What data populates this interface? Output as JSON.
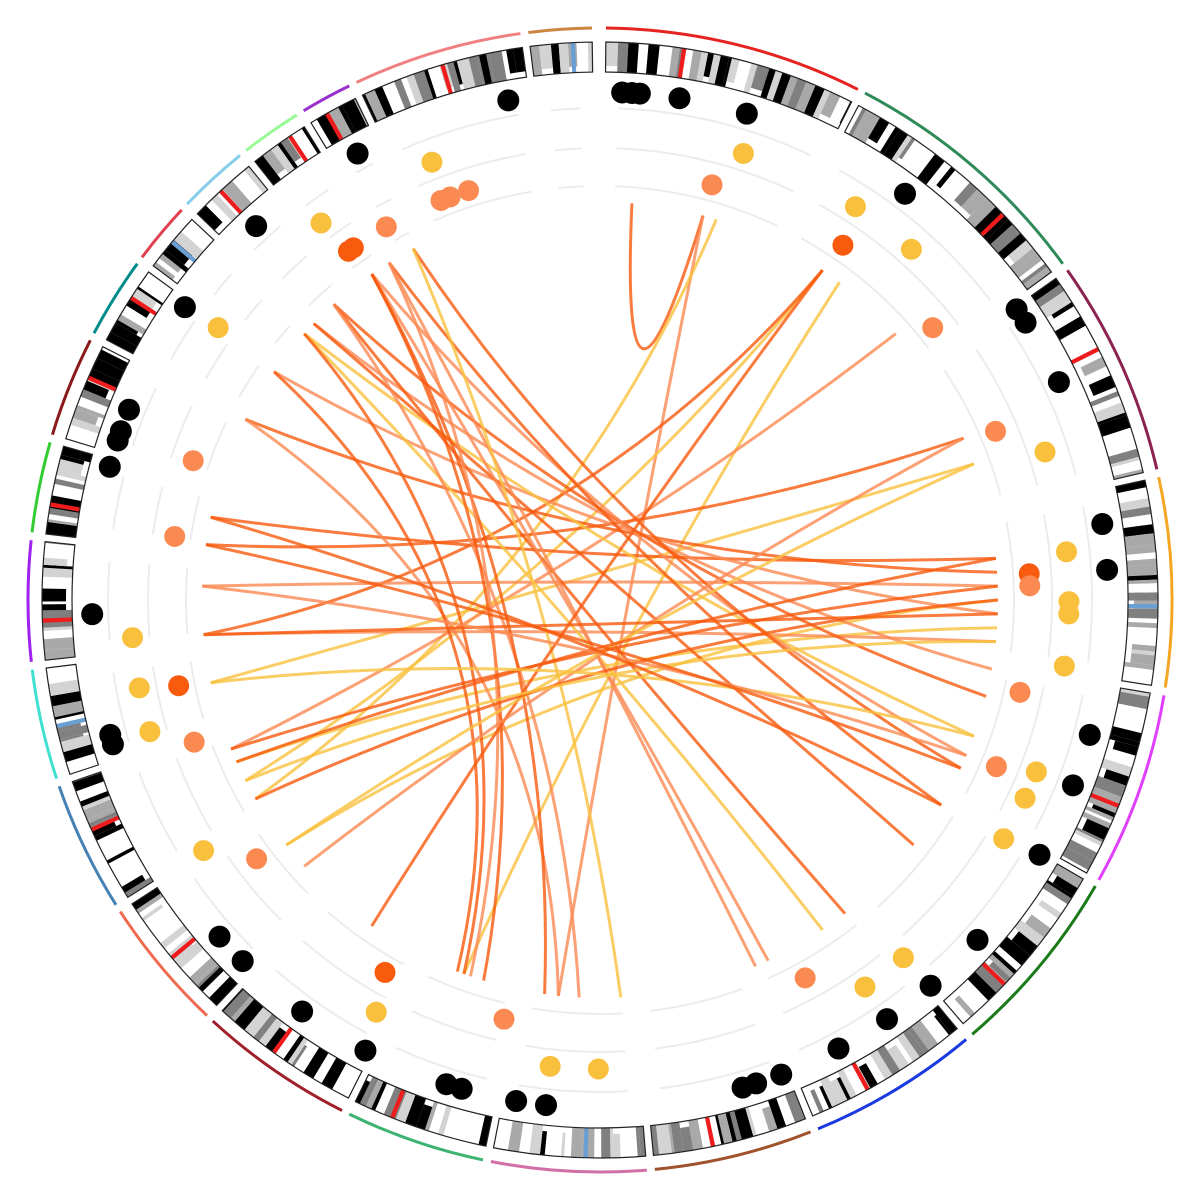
{
  "chart_data": {
    "type": "circos",
    "colors": {
      "yellow": "#f9c03e",
      "light": "#fb8a52",
      "dark": "#f85a0e",
      "black_dot": "#000000",
      "track_line": "#ececec",
      "centromere": "#ee1c1c",
      "stalk": "#6a9fd4"
    },
    "chromosomes": [
      {
        "span": [
          0.6,
          26.8
        ],
        "color": "#e52421"
      },
      {
        "span": [
          27.6,
          54
        ],
        "color": "#2e8b57"
      },
      {
        "span": [
          54.8,
          76.8
        ],
        "color": "#8b2252"
      },
      {
        "span": [
          77.6,
          98.8
        ],
        "color": "#f5a623"
      },
      {
        "span": [
          99.6,
          119.3
        ],
        "color": "#e040fb"
      },
      {
        "span": [
          120,
          139.4
        ],
        "color": "#1a7a1a"
      },
      {
        "span": [
          140.2,
          157.6
        ],
        "color": "#1a3ae0"
      },
      {
        "span": [
          158.4,
          174.5
        ],
        "color": "#a0522d"
      },
      {
        "span": [
          175.3,
          191
        ],
        "color": "#d36fa8"
      },
      {
        "span": [
          191.8,
          206
        ],
        "color": "#3cb371"
      },
      {
        "span": [
          206.8,
          222.6
        ],
        "color": "#a0202a"
      },
      {
        "span": [
          223.4,
          237
        ],
        "color": "#f06a50"
      },
      {
        "span": [
          237.8,
          251
        ],
        "color": "#4682b4"
      },
      {
        "span": [
          251.8,
          263
        ],
        "color": "#40e0d0"
      },
      {
        "span": [
          263.8,
          276
        ],
        "color": "#a020f0"
      },
      {
        "span": [
          276.8,
          286
        ],
        "color": "#32cd32"
      },
      {
        "span": [
          286.8,
          297
        ],
        "color": "#8b1a1a"
      },
      {
        "span": [
          297.8,
          306
        ],
        "color": "#008b8b"
      },
      {
        "span": [
          306.8,
          313
        ],
        "color": "#e04050"
      },
      {
        "span": [
          313.8,
          321
        ],
        "color": "#87ceeb"
      },
      {
        "span": [
          321.8,
          328
        ],
        "color": "#98fb98"
      },
      {
        "span": [
          328.8,
          334
        ],
        "color": "#9932cc"
      },
      {
        "span": [
          334.8,
          352
        ],
        "color": "#f08080"
      },
      {
        "span": [
          352.8,
          359.2
        ],
        "color": "#cd853f"
      }
    ],
    "black_points": [
      349.6,
      2.5,
      3.6,
      4.5,
      9.0,
      16.8,
      36.9,
      55.1,
      56.9,
      64.6,
      81.4,
      86.6,
      105.4,
      111.4,
      120.1,
      132,
      139.4,
      145.6,
      152,
      159.1,
      162.1,
      163.7,
      186.1,
      189.5,
      195.8,
      197.6,
      207.5,
      215.9,
      224.7,
      228.5,
      253.5,
      254.6,
      268.4,
      285.2,
      288.3,
      289.4,
      292,
      305.2,
      317.4,
      331.5
    ],
    "colored_points": [
      {
        "pos": 339,
        "track": "outer",
        "color": "yellow"
      },
      {
        "pos": 17.8,
        "track": "outer",
        "color": "yellow"
      },
      {
        "pos": 15.1,
        "track": "inner",
        "color": "light"
      },
      {
        "pos": 342.2,
        "track": "inner",
        "color": "light"
      },
      {
        "pos": 339.6,
        "track": "inner",
        "color": "light"
      },
      {
        "pos": 338.3,
        "track": "inner",
        "color": "light"
      },
      {
        "pos": 33,
        "track": "outer",
        "color": "yellow"
      },
      {
        "pos": 41.6,
        "track": "outer",
        "color": "yellow"
      },
      {
        "pos": 34.4,
        "track": "inner",
        "color": "dark"
      },
      {
        "pos": 50.7,
        "track": "inner",
        "color": "light"
      },
      {
        "pos": 66.9,
        "track": "inner",
        "color": "light"
      },
      {
        "pos": 71.6,
        "track": "outer",
        "color": "yellow"
      },
      {
        "pos": 84.1,
        "track": "outer",
        "color": "yellow"
      },
      {
        "pos": 86.5,
        "track": "inner",
        "color": "dark"
      },
      {
        "pos": 88.1,
        "track": "inner",
        "color": "light"
      },
      {
        "pos": 90.2,
        "track": "outer",
        "color": "yellow"
      },
      {
        "pos": 91.7,
        "track": "outer",
        "color": "yellow"
      },
      {
        "pos": 98.1,
        "track": "outer",
        "color": "yellow"
      },
      {
        "pos": 102.4,
        "track": "inner",
        "color": "light"
      },
      {
        "pos": 112.8,
        "track": "inner",
        "color": "light"
      },
      {
        "pos": 111.5,
        "track": "outer",
        "color": "yellow"
      },
      {
        "pos": 115,
        "track": "outer",
        "color": "yellow"
      },
      {
        "pos": 120.6,
        "track": "outer",
        "color": "yellow"
      },
      {
        "pos": 139.7,
        "track": "outer",
        "color": "yellow"
      },
      {
        "pos": 145.6,
        "track": "outer",
        "color": "yellow"
      },
      {
        "pos": 151.5,
        "track": "inner",
        "color": "light"
      },
      {
        "pos": 180.2,
        "track": "outer",
        "color": "yellow"
      },
      {
        "pos": 186.1,
        "track": "outer",
        "color": "yellow"
      },
      {
        "pos": 192.9,
        "track": "inner",
        "color": "light"
      },
      {
        "pos": 208.5,
        "track": "outer",
        "color": "yellow"
      },
      {
        "pos": 210,
        "track": "inner",
        "color": "dark"
      },
      {
        "pos": 233,
        "track": "inner",
        "color": "light"
      },
      {
        "pos": 237.7,
        "track": "outer",
        "color": "yellow"
      },
      {
        "pos": 253.7,
        "track": "outer",
        "color": "yellow"
      },
      {
        "pos": 259.2,
        "track": "outer",
        "color": "yellow"
      },
      {
        "pos": 250.7,
        "track": "inner",
        "color": "light"
      },
      {
        "pos": 258.5,
        "track": "inner",
        "color": "dark"
      },
      {
        "pos": 265.4,
        "track": "outer",
        "color": "yellow"
      },
      {
        "pos": 278.5,
        "track": "inner",
        "color": "light"
      },
      {
        "pos": 288.9,
        "track": "inner",
        "color": "light"
      },
      {
        "pos": 305.5,
        "track": "outer",
        "color": "yellow"
      },
      {
        "pos": 323.5,
        "track": "outer",
        "color": "yellow"
      },
      {
        "pos": 330.2,
        "track": "inner",
        "color": "light"
      },
      {
        "pos": 324.2,
        "track": "inner",
        "color": "dark"
      },
      {
        "pos": 325,
        "track": "inner",
        "color": "dark"
      }
    ],
    "links": [
      [
        4.6,
        15,
        "dark"
      ],
      [
        15,
        186,
        "light"
      ],
      [
        17,
        240,
        "yellow"
      ],
      [
        34,
        243,
        "yellow"
      ],
      [
        34,
        265,
        "dark"
      ],
      [
        37,
        200,
        "yellow"
      ],
      [
        48,
        248,
        "light"
      ],
      [
        66,
        278,
        "dark"
      ],
      [
        70,
        258,
        "yellow"
      ],
      [
        84,
        282,
        "dark"
      ],
      [
        86,
        297,
        "dark"
      ],
      [
        88,
        272,
        "light"
      ],
      [
        90,
        232,
        "yellow"
      ],
      [
        92,
        305,
        "light"
      ],
      [
        94,
        246,
        "yellow"
      ],
      [
        96,
        265,
        "light"
      ],
      [
        100,
        314,
        "light"
      ],
      [
        104,
        318,
        "dark"
      ],
      [
        110,
        312,
        "yellow"
      ],
      [
        113,
        325,
        "light"
      ],
      [
        115,
        332,
        "dark"
      ],
      [
        121,
        328,
        "dark"
      ],
      [
        128,
        314,
        "dark"
      ],
      [
        142,
        318,
        "dark"
      ],
      [
        146,
        312,
        "yellow"
      ],
      [
        155,
        325,
        "light"
      ],
      [
        157,
        328,
        "light"
      ],
      [
        177,
        332,
        "yellow"
      ],
      [
        183,
        318,
        "light"
      ],
      [
        186,
        297,
        "light"
      ],
      [
        188,
        325,
        "dark"
      ],
      [
        197,
        325,
        "dark"
      ],
      [
        199,
        328,
        "light"
      ],
      [
        200,
        312,
        "dark"
      ],
      [
        201,
        305,
        "dark"
      ],
      [
        215,
        34,
        "dark"
      ],
      [
        228,
        66,
        "light"
      ],
      [
        232,
        70,
        "yellow"
      ],
      [
        240,
        90,
        "dark"
      ],
      [
        243,
        96,
        "yellow"
      ],
      [
        246,
        84,
        "dark"
      ],
      [
        248,
        88,
        "dark"
      ],
      [
        258,
        110,
        "yellow"
      ],
      [
        265,
        92,
        "dark"
      ],
      [
        272,
        113,
        "light"
      ],
      [
        278,
        115,
        "dark"
      ],
      [
        282,
        121,
        "dark"
      ]
    ]
  }
}
